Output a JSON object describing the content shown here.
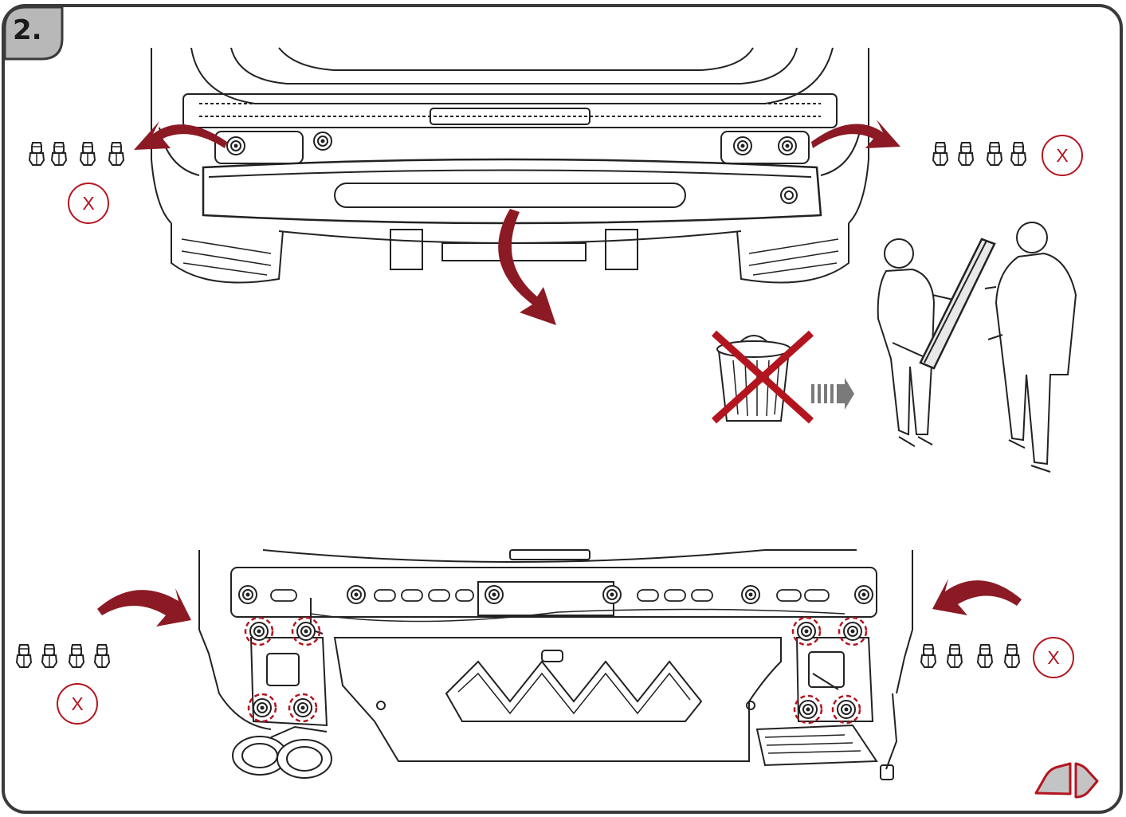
{
  "step": {
    "label": "2."
  },
  "colors": {
    "frame": "#3a3a3a",
    "tab": "#b8b8b8",
    "arrow": "#8b1a24",
    "mark": "#b3151f",
    "line": "#222222",
    "next": "#c4c4c4"
  },
  "markers": {
    "top_left_x": "X",
    "top_right_x": "X",
    "bottom_left_x": "X",
    "bottom_right_x": "X"
  },
  "icons": {
    "bolt": "bolt-icon",
    "trash_crossed": "no-trash-icon",
    "direction_arrow": "arrow-right-icon",
    "next_page": "next-page-icon"
  },
  "bolts": {
    "per_group": 4
  }
}
